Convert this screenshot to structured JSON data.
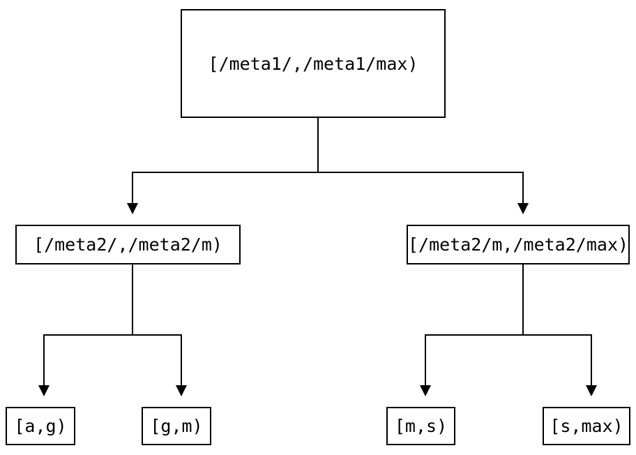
{
  "diagram": {
    "type": "tree",
    "colors": {
      "background": "#ffffff",
      "line": "#000000",
      "box_border": "#000000",
      "text": "#000000"
    },
    "icons": {
      "arrowhead": "filled-triangle-down"
    },
    "root": {
      "id": "root",
      "label": "[/meta1/,/meta1/max)"
    },
    "children": [
      {
        "id": "child-0",
        "label": "[/meta2/,/meta2/m)"
      },
      {
        "id": "child-1",
        "label": "[/meta2/m,/meta2/max)"
      }
    ],
    "leaves": [
      {
        "id": "leaf-0",
        "label": "[a,g)"
      },
      {
        "id": "leaf-1",
        "label": "[g,m)"
      },
      {
        "id": "leaf-2",
        "label": "[m,s)"
      },
      {
        "id": "leaf-3",
        "label": "[s,max)"
      }
    ],
    "edges": [
      {
        "from": "root",
        "to": "child-0"
      },
      {
        "from": "root",
        "to": "child-1"
      },
      {
        "from": "child-0",
        "to": "leaf-0"
      },
      {
        "from": "child-0",
        "to": "leaf-1"
      },
      {
        "from": "child-1",
        "to": "leaf-2"
      },
      {
        "from": "child-1",
        "to": "leaf-3"
      }
    ]
  }
}
